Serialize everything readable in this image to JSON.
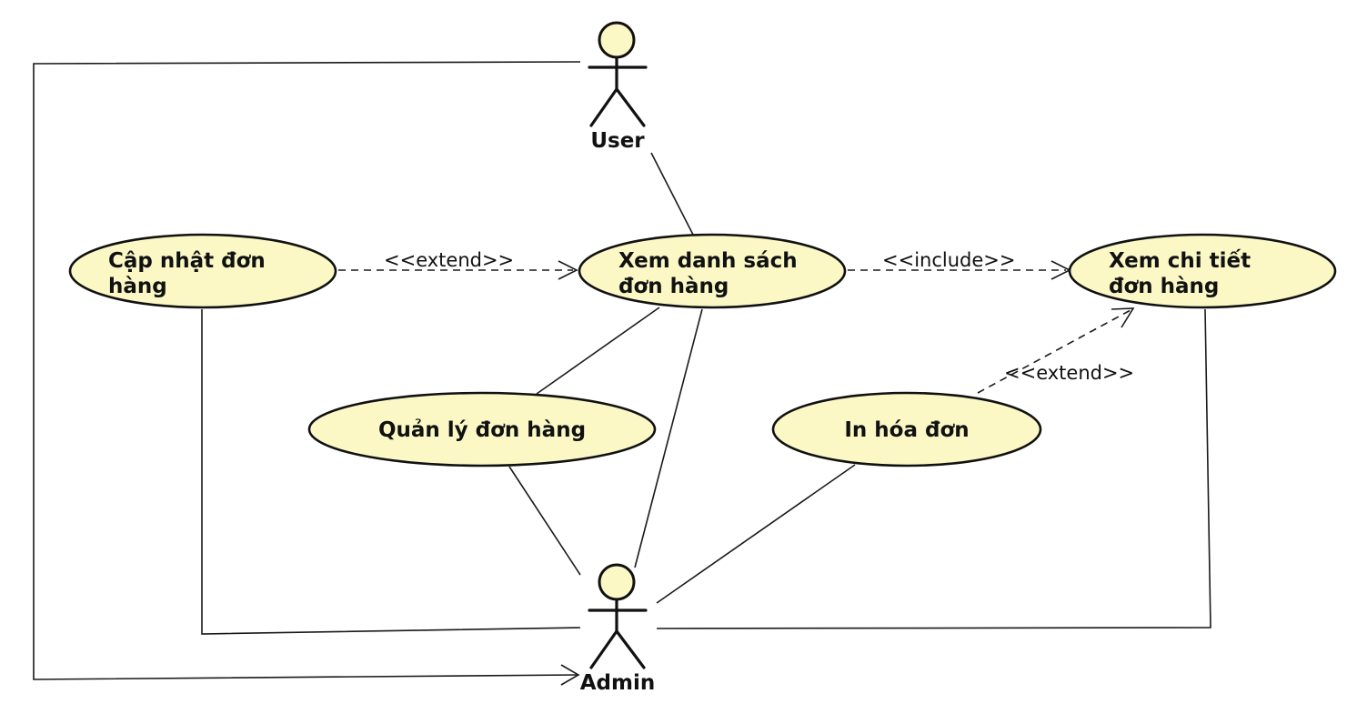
{
  "diagram": {
    "type": "uml-use-case",
    "actors": {
      "user": {
        "name": "User"
      },
      "admin": {
        "name": "Admin"
      }
    },
    "use_cases": {
      "cap_nhat": {
        "lines": [
          "Cập nhật đơn",
          "hàng"
        ]
      },
      "xem_danh_sach": {
        "lines": [
          "Xem danh sách",
          "đơn hàng"
        ]
      },
      "xem_chi_tiet": {
        "lines": [
          "Xem chi tiết",
          "đơn hàng"
        ]
      },
      "quan_ly": {
        "lines": [
          "Quản lý đơn hàng"
        ]
      },
      "in_hoa_don": {
        "lines": [
          "In hóa đơn"
        ]
      }
    },
    "relations": [
      {
        "from": "cap_nhat",
        "to": "xem_danh_sach",
        "kind": "dependency",
        "stereotype": "<<extend>>"
      },
      {
        "from": "xem_danh_sach",
        "to": "xem_chi_tiet",
        "kind": "dependency",
        "stereotype": "<<include>>"
      },
      {
        "from": "in_hoa_don",
        "to": "xem_chi_tiet",
        "kind": "dependency",
        "stereotype": "<<extend>>"
      },
      {
        "from": "user",
        "to": "xem_danh_sach",
        "kind": "association"
      },
      {
        "from": "user",
        "to": "admin",
        "kind": "generalization-arrow"
      },
      {
        "from": "admin",
        "to": "cap_nhat",
        "kind": "association"
      },
      {
        "from": "admin",
        "to": "quan_ly",
        "kind": "association"
      },
      {
        "from": "admin",
        "to": "xem_danh_sach",
        "kind": "association"
      },
      {
        "from": "admin",
        "to": "in_hoa_don",
        "kind": "association"
      },
      {
        "from": "admin",
        "to": "xem_chi_tiet",
        "kind": "association"
      }
    ],
    "colors": {
      "use_case_fill": "#fbf8c6",
      "stroke": "#111111"
    }
  }
}
